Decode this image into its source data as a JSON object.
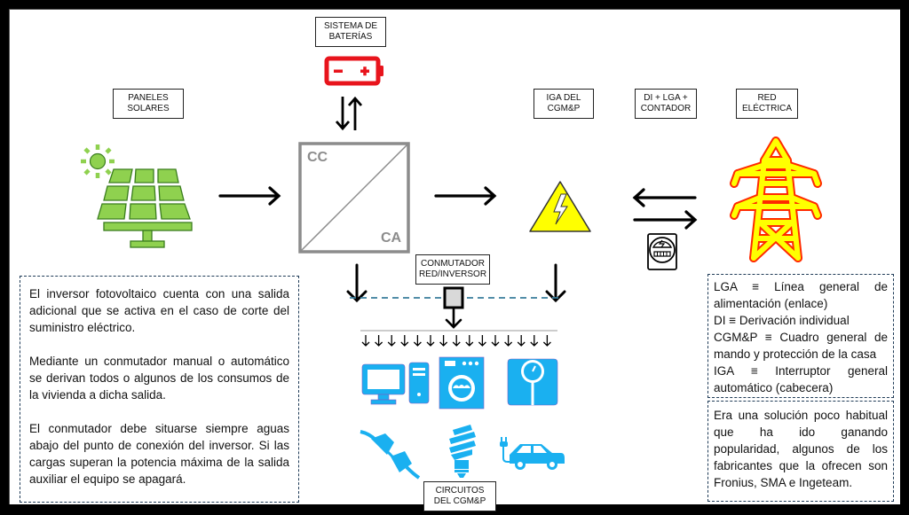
{
  "labels": {
    "batteries": [
      "SISTEMA DE",
      "BATERÍAS"
    ],
    "solar_panels": [
      "PANELES",
      "SOLARES"
    ],
    "iga": [
      "IGA DEL",
      "CGM&P"
    ],
    "di_lga": [
      "DI + LGA +",
      "CONTADOR"
    ],
    "grid": [
      "RED",
      "ELÉCTRICA"
    ],
    "switch": [
      "CONMUTADOR",
      "RED/INVERSOR"
    ],
    "circuits": [
      "CIRCUITOS",
      "DEL CGM&P"
    ]
  },
  "inverter": {
    "dc_label": "CC",
    "ac_label": "CA"
  },
  "notes": {
    "left": [
      "El inversor fotovoltaico cuenta con una salida adicional que se activa en el caso de corte del suministro eléctrico.",
      "Mediante un conmutador manual o automático se derivan todos o algunos de los consumos de la vivienda a dicha salida.",
      "El conmutador debe situarse siempre aguas abajo del punto de conexión del inversor. Si las cargas superan la potencia máxima de la salida auxiliar el equipo se apagará."
    ],
    "glossary": [
      "LGA ≡ Línea general de alimentación (enlace)",
      "DI ≡ Derivación individual",
      "CGM&P ≡ Cuadro general de mando y protección de la casa",
      "IGA ≡ Interruptor general automático (cabecera)"
    ],
    "bottom_right": "Era una solución poco habitual que ha ido ganando popularidad, algunos de los fabricantes que la ofrecen son Fronius, SMA e Ingeteam."
  },
  "loads": [
    "computer",
    "washing-machine",
    "scale",
    "plug",
    "light-bulb",
    "electric-car"
  ],
  "colors": {
    "solar_green": "#8fd14f",
    "solar_stroke": "#3a7d1e",
    "battery_red": "#e8141c",
    "warning_yellow": "#ffff00",
    "pylon_yellow": "#ffff00",
    "pylon_red": "#ff2a00",
    "load_blue": "#1ab0f0",
    "note_border": "#1f3b57",
    "bus_dash": "#3a7d9c",
    "inverter_grey": "#8c8c8c"
  }
}
